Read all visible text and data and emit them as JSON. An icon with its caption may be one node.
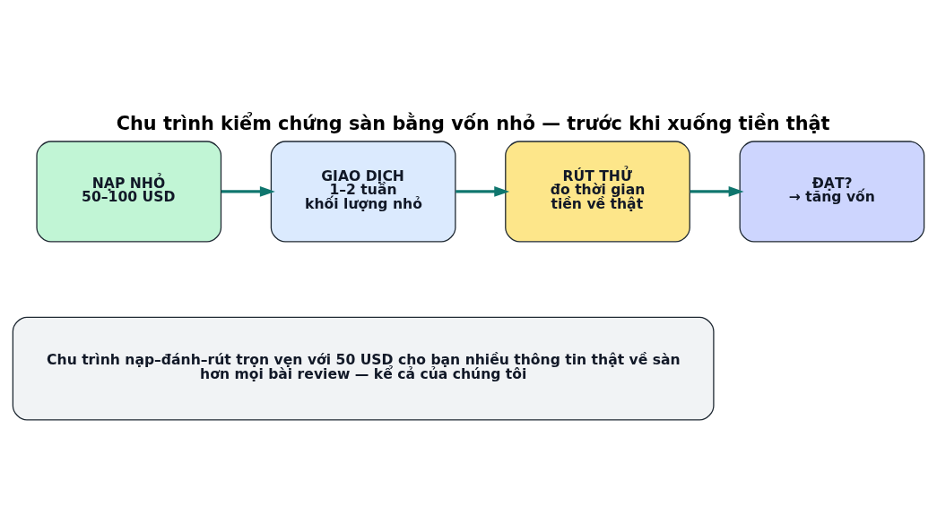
{
  "diagram": {
    "title": "Chu trình kiểm chứng sàn bằng vốn nhỏ — trước khi xuống tiền thật",
    "nodes": [
      {
        "text": [
          "NẠP NHỎ",
          "50–100 USD"
        ]
      },
      {
        "text": [
          "GIAO DỊCH",
          "1–2 tuần",
          "khối lượng nhỏ"
        ]
      },
      {
        "text": [
          "RÚT THỬ",
          "đo thời gian",
          "tiền về thật"
        ]
      },
      {
        "text": [
          "ĐẠT?",
          "→ tăng vốn"
        ]
      },
      {
        "text": [
          "Chu trình nạp–đánh–rút trọn vẹn với 50 USD cho bạn nhiều thông tin thật về sàn hơn mọi bài review — kể cả của chúng tôi"
        ]
      }
    ],
    "edges": [
      {
        "from": 0,
        "to": 1,
        "arrow": "to"
      },
      {
        "from": 1,
        "to": 2,
        "arrow": "to"
      },
      {
        "from": 2,
        "to": 3,
        "arrow": "to"
      }
    ]
  }
}
